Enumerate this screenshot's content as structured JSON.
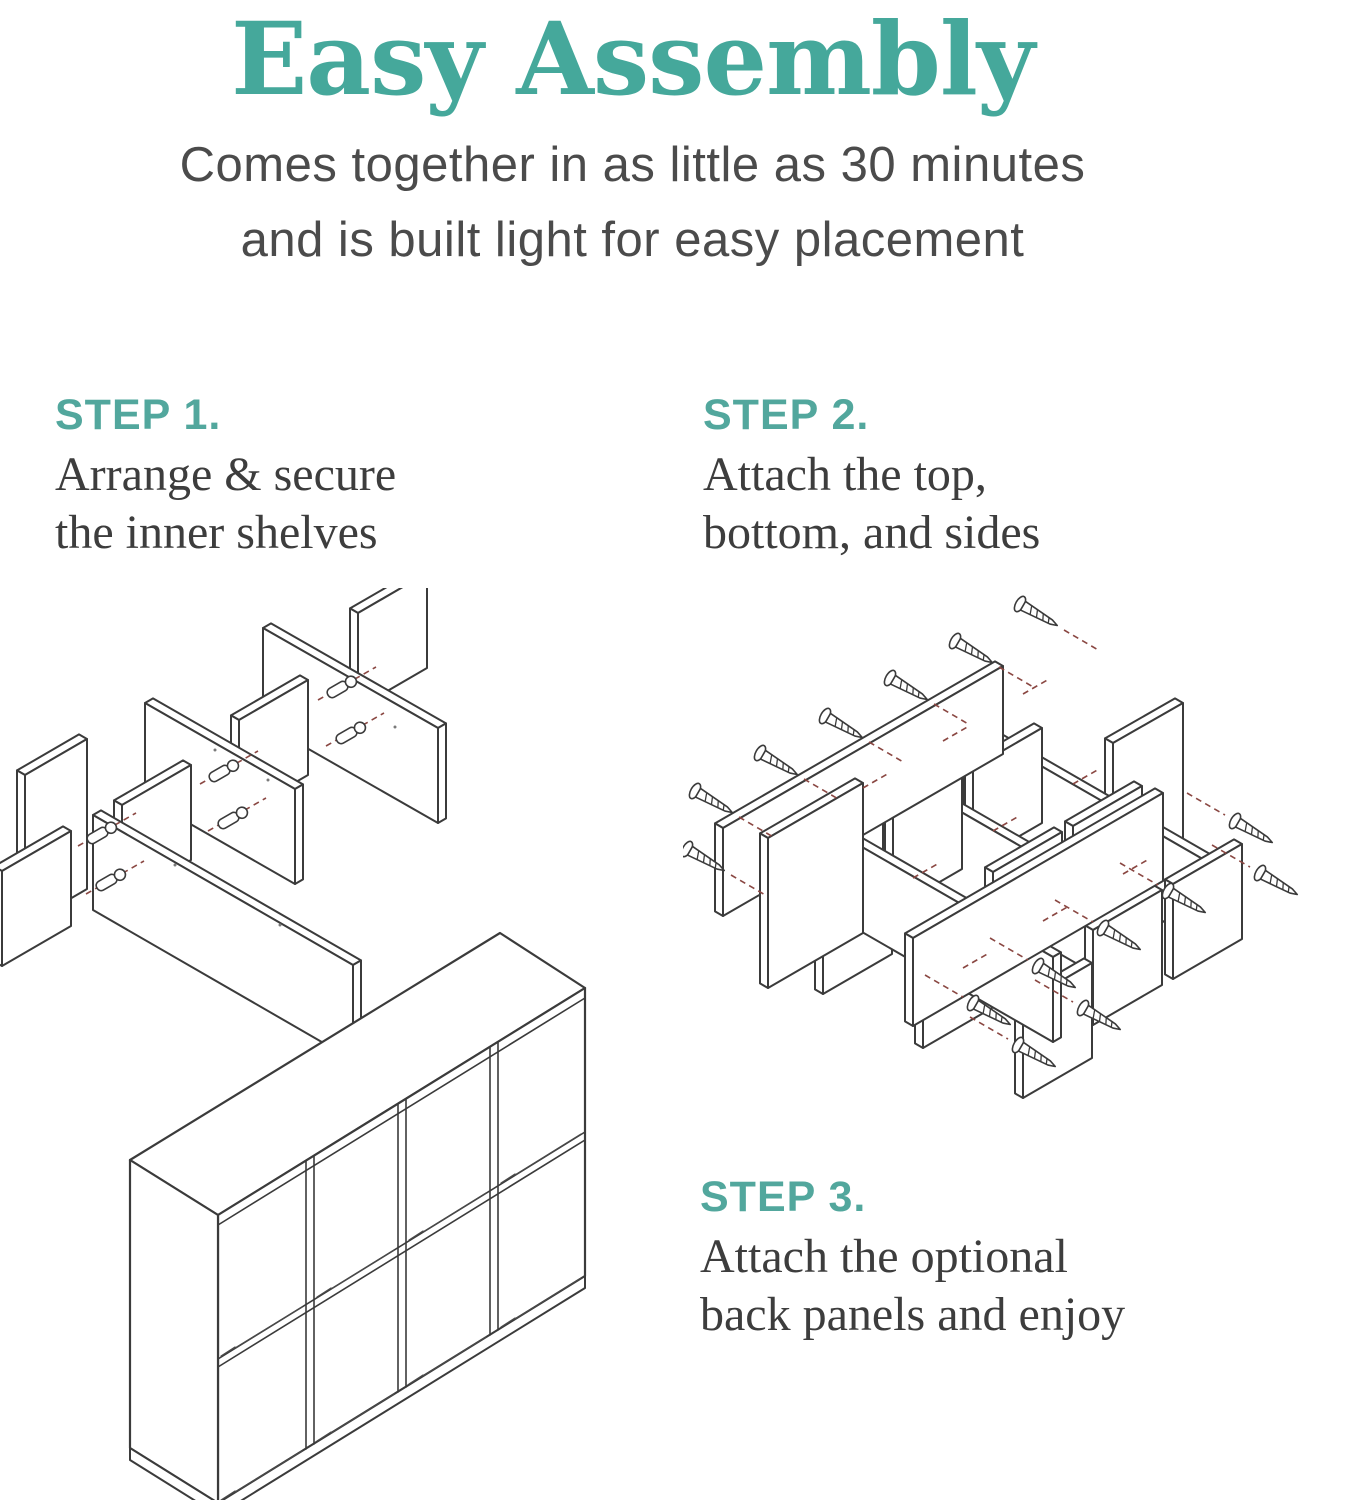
{
  "page": {
    "background": "#ffffff",
    "accent_teal": "#45a89b",
    "step_label_teal": "#52a79d",
    "subtitle_gray": "#4b4b4b",
    "body_text": "#3d3d3d",
    "drawing_line": "#3b3b3b",
    "dashed_guide_maroon": "#8a4742"
  },
  "header": {
    "title": "Easy Assembly",
    "subtitle_line1": "Comes together in as little as 30 minutes",
    "subtitle_line2": "and is built light for easy placement"
  },
  "steps": [
    {
      "label": "STEP 1.",
      "desc_line1": "Arrange & secure",
      "desc_line2": "the inner shelves"
    },
    {
      "label": "STEP 2.",
      "desc_line1": "Attach the top,",
      "desc_line2": "bottom, and sides"
    },
    {
      "label": "STEP 3.",
      "desc_line1": "Attach the optional",
      "desc_line2": "back panels and enjoy"
    }
  ],
  "icons": {
    "step1_illustration": "exploded-inner-shelves-diagram",
    "step2_illustration": "frame-and-screws-exploded-diagram",
    "step3_illustration": "assembled-8-cube-shelf-diagram",
    "dowel": "dowel-pin-icon",
    "screw": "screw-icon"
  }
}
